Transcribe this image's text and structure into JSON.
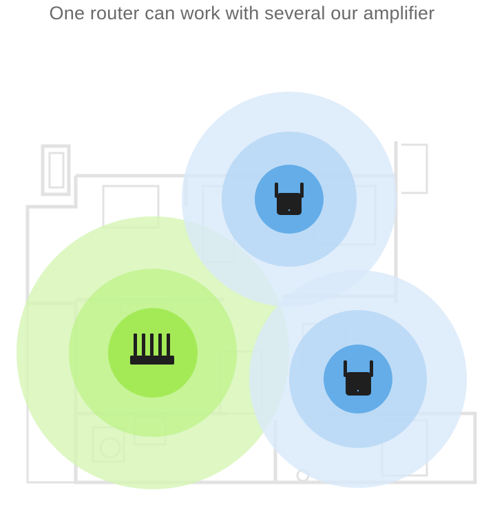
{
  "headline": "One router can work with several our amplifier",
  "colors": {
    "text": "#6a6a6a",
    "floorplan_line": "#e2e2e2",
    "router_zone_outer": "#d6f5b4",
    "router_zone_mid": "#bff28c",
    "router_zone_inner": "#a4ea57",
    "amp_zone_outer": "#d8e9fa",
    "amp_zone_mid": "#b4d6f5",
    "amp_zone_inner": "#64ade8",
    "device_body": "#1f1f1f"
  },
  "devices": [
    {
      "kind": "router",
      "icon": "router-icon"
    },
    {
      "kind": "amplifier",
      "icon": "wifi-amplifier-icon"
    },
    {
      "kind": "amplifier",
      "icon": "wifi-amplifier-icon"
    }
  ]
}
